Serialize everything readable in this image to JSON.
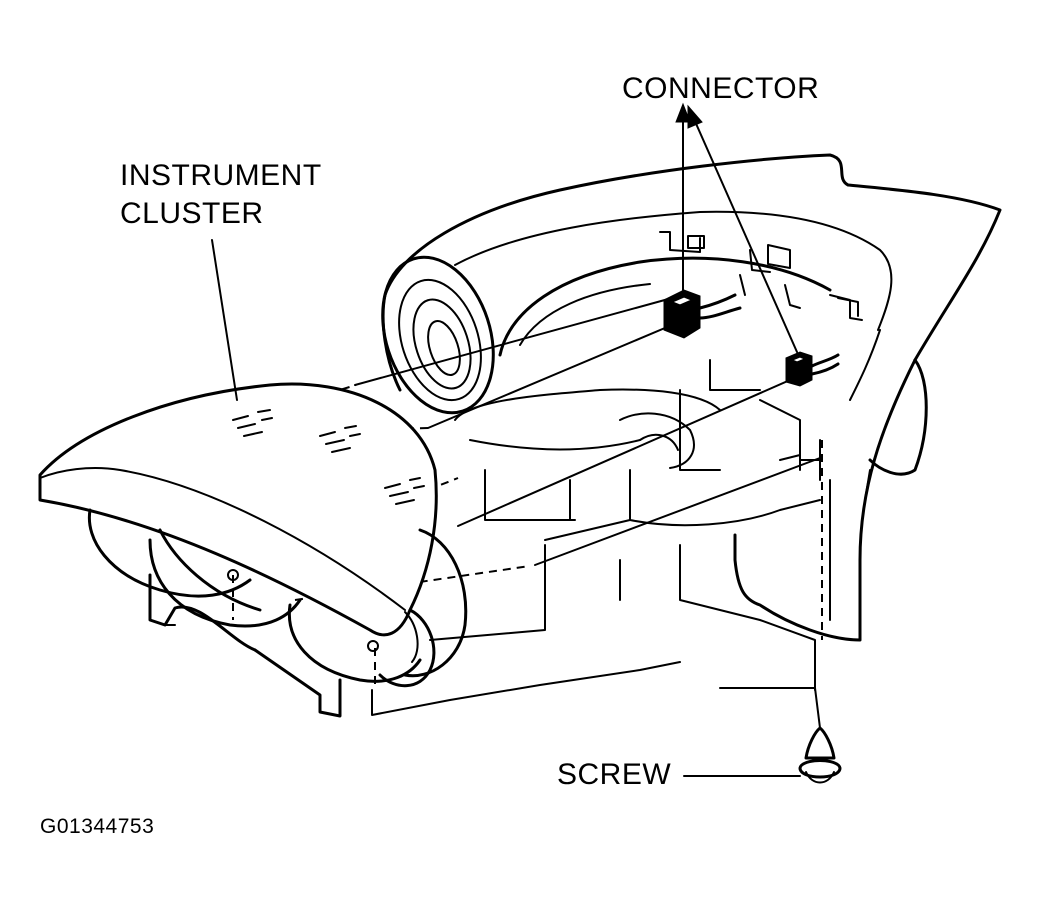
{
  "labels": {
    "connector": "CONNECTOR",
    "instrument_cluster_line1": "INSTRUMENT",
    "instrument_cluster_line2": "CLUSTER",
    "screw": "SCREW",
    "figure_code": "G01344753"
  },
  "colors": {
    "ink": "#000000",
    "background": "#ffffff"
  }
}
